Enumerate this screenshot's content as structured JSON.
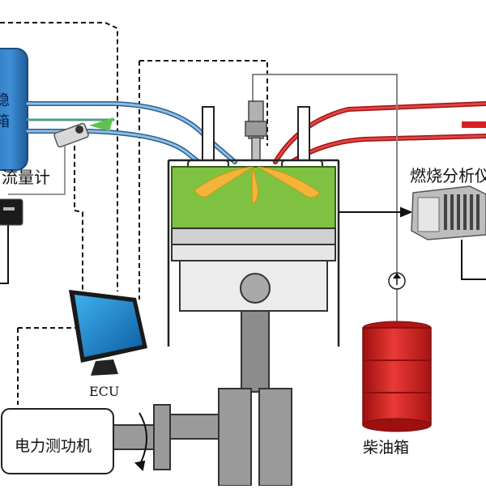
{
  "labels": {
    "ecu": "ECU",
    "flow_meter": "流量计",
    "combustion_analyzer": "燃烧分析仪",
    "diesel_tank": "柴油箱",
    "dynamometer": "电力测功机",
    "stabilizer_top": "稳",
    "stabilizer_mid": "箱"
  },
  "colors": {
    "intake_pipe": "#6fa0cf",
    "exhaust_pipe": "#d8322f",
    "chamber_fill": "#7fc241",
    "spray": "#f3b43a",
    "tank_blue": "#2f7dc4",
    "drum_red": "#d6201e",
    "shaft_gray": "#8c8c8c",
    "cable_green": "#4f9c8a"
  },
  "icons": [
    "monitor-icon",
    "flow-sensor-icon",
    "combustion-analyzer-icon",
    "fuel-drum-icon",
    "pump-arrow-icon"
  ]
}
